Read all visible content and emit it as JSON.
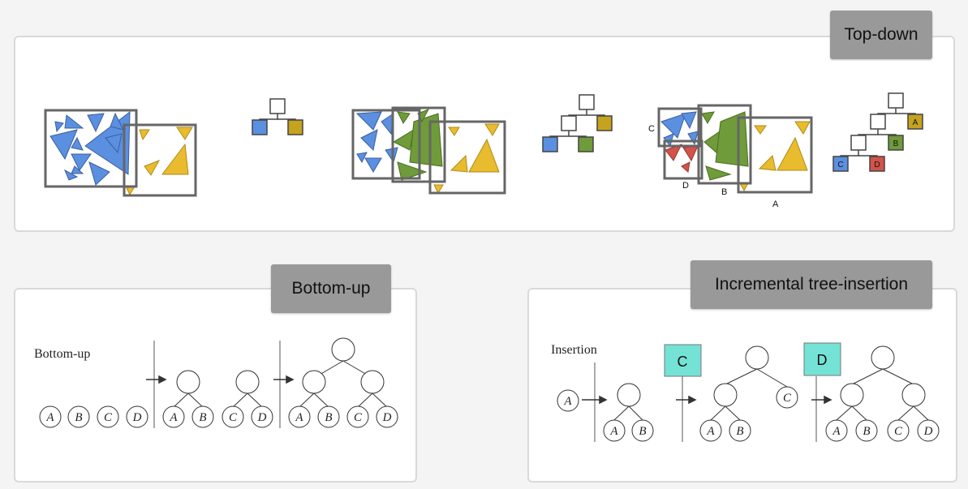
{
  "colors": {
    "blue": "#5b8fe0",
    "yellow": "#e9bb2e",
    "green": "#6f9b3a",
    "red": "#d3524a",
    "tag_bg": "#999999",
    "insert_box": "#74e3d6"
  },
  "top_down": {
    "tag": "Top-down",
    "labels": {
      "a": "A",
      "b": "B",
      "c": "C",
      "d": "D"
    },
    "tree_labels": {
      "a": "A",
      "b": "B",
      "c": "C",
      "d": "D"
    }
  },
  "bottom_up": {
    "tag": "Bottom-up",
    "heading": "Bottom-up",
    "leaves": [
      "A",
      "B",
      "C",
      "D"
    ]
  },
  "incremental": {
    "tag": "Incremental tree-insertion",
    "heading": "Insertion",
    "first": "A",
    "insert_c": "C",
    "insert_d": "D",
    "leaves": [
      "A",
      "B",
      "C",
      "D"
    ]
  }
}
